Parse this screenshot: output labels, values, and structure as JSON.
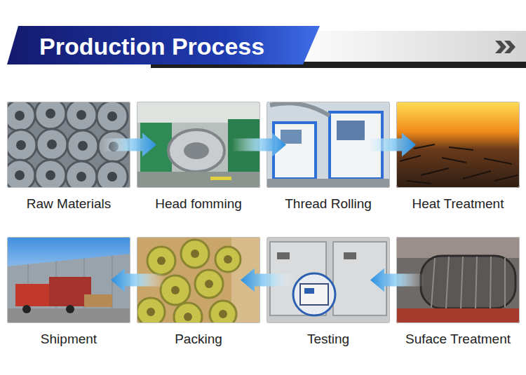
{
  "diagram": {
    "title": "Production Process",
    "nodes": [
      {
        "text": [
          "Raw Materials"
        ]
      },
      {
        "text": [
          "Head fomming"
        ]
      },
      {
        "text": [
          "Thread Rolling"
        ]
      },
      {
        "text": [
          "Heat Treatment"
        ]
      },
      {
        "text": [
          "Shipment"
        ]
      },
      {
        "text": [
          "Packing"
        ]
      },
      {
        "text": [
          "Testing"
        ]
      },
      {
        "text": [
          "Suface Treatment"
        ]
      }
    ],
    "edges": [
      {
        "from": 0,
        "to": 1,
        "arrow": "to"
      },
      {
        "from": 1,
        "to": 2,
        "arrow": "to"
      },
      {
        "from": 2,
        "to": 3,
        "arrow": "to"
      },
      {
        "from": 7,
        "to": 6,
        "arrow": "to"
      },
      {
        "from": 6,
        "to": 5,
        "arrow": "to"
      },
      {
        "from": 5,
        "to": 4,
        "arrow": "to"
      }
    ]
  }
}
